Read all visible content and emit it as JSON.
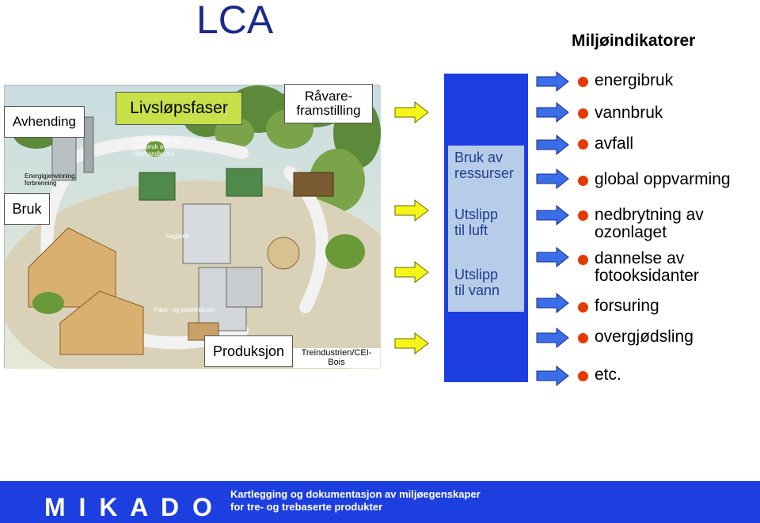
{
  "title": "LCA",
  "indicators_heading": "Miljøindikatorer",
  "illustration": {
    "phase_header": "Livsløpsfaser",
    "raw_material": "Råvare-\nframstilling",
    "disposal": "Avhending",
    "use": "Bruk",
    "production": "Produksjon",
    "recycling_text": "Resirkulering og gjenbruk av ubehandlet tre",
    "energy_recovery_text": "Energigjenvinning, forbrenning",
    "sawmill_text": "Sagbruk",
    "paper_text": "Papir- og plateindustri",
    "credit": "Treindustrien/CEI-Bois"
  },
  "inventory": {
    "resources": "Bruk av\nressurser",
    "air": "Utslipp\ntil luft",
    "water": "Utslipp\ntil vann"
  },
  "indicators": [
    "energibruk",
    "vannbruk",
    "avfall",
    "global oppvarming",
    "nedbrytning av\nozonlaget",
    "dannelse av\nfotooksidanter",
    "forsuring",
    "overgjødsling",
    "etc."
  ],
  "footer": {
    "brand": "M I K A D O",
    "line1": "Kartlegging og dokumentasjon av miljøegenskaper",
    "line2": "for tre- og trebaserte produkter"
  },
  "colors": {
    "title": "#1a2a8a",
    "column": "#1e3fe0",
    "column_box": "#b7cce8",
    "header_box": "#c8e04a",
    "arrow_yellow": "#f5f51a",
    "arrow_blue": "#3a6ee8",
    "bullet": "#e43a00",
    "footer": "#1e3fe0"
  },
  "icons": [
    "yellow-arrow-icon",
    "blue-arrow-icon",
    "bullet-icon"
  ]
}
